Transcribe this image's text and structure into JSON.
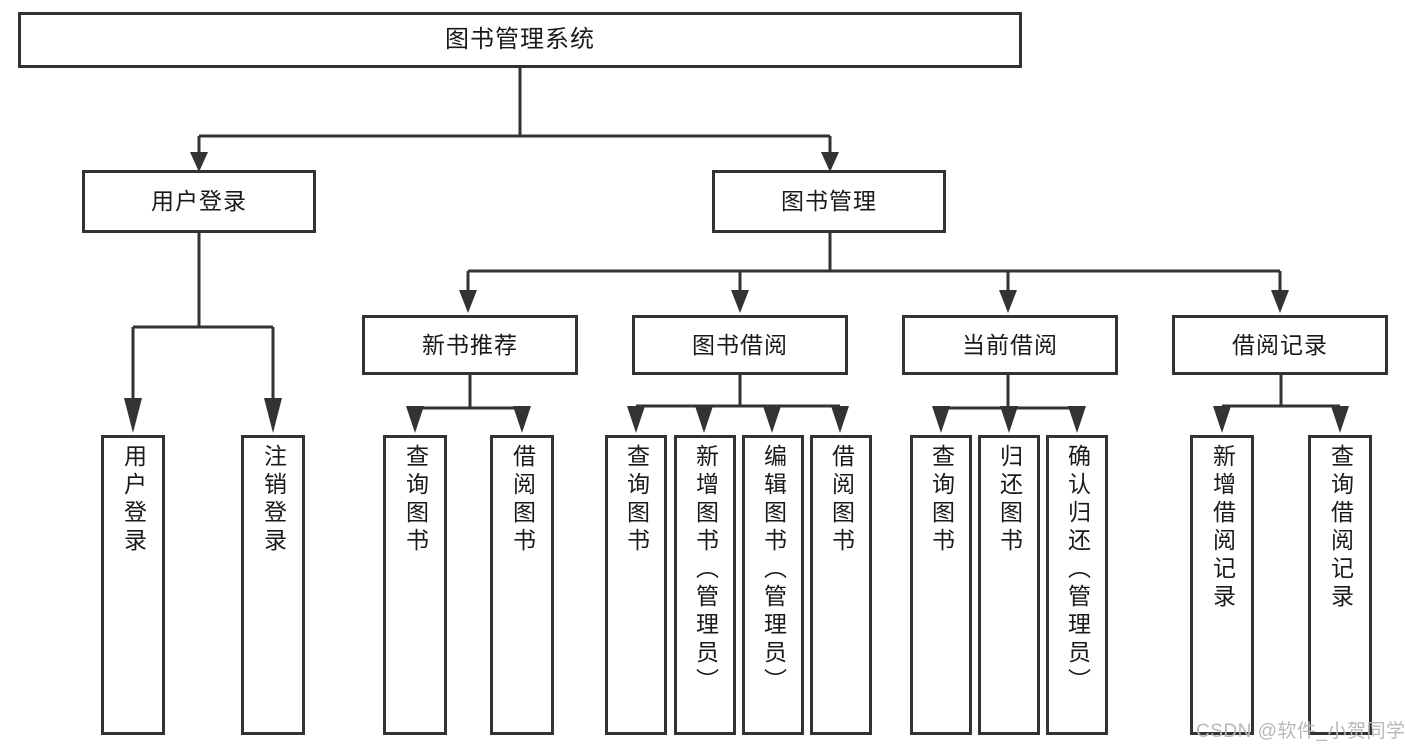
{
  "diagram": {
    "type": "tree-hierarchy-chart",
    "title": "图书管理系统",
    "orientation": "top-down",
    "colors": {
      "box_border": "#333333",
      "box_fill": "#ffffff",
      "connector": "#333333",
      "text": "#1a1a1a",
      "watermark": "#b8b8b8",
      "background": "#ffffff"
    }
  },
  "nodes": {
    "root": {
      "id": "root",
      "label": "图书管理系统",
      "level": 0
    },
    "level1": [
      {
        "id": "user-login",
        "label": "用户登录",
        "level": 1
      },
      {
        "id": "book-manage",
        "label": "图书管理",
        "level": 1
      }
    ],
    "level2": [
      {
        "id": "new-book-recommend",
        "label": "新书推荐",
        "level": 2,
        "parent": "book-manage"
      },
      {
        "id": "book-borrow",
        "label": "图书借阅",
        "level": 2,
        "parent": "book-manage"
      },
      {
        "id": "current-borrow",
        "label": "当前借阅",
        "level": 2,
        "parent": "book-manage"
      },
      {
        "id": "borrow-record",
        "label": "借阅记录",
        "level": 2,
        "parent": "book-manage"
      }
    ],
    "leaves": [
      {
        "id": "leaf-user-login",
        "label": "用户登录",
        "parent": "user-login"
      },
      {
        "id": "leaf-logout-login",
        "label": "注销登录",
        "parent": "user-login"
      },
      {
        "id": "leaf-query-book-1",
        "label": "查询图书",
        "parent": "new-book-recommend"
      },
      {
        "id": "leaf-borrow-book-1",
        "label": "借阅图书",
        "parent": "new-book-recommend"
      },
      {
        "id": "leaf-query-book-2",
        "label": "查询图书",
        "parent": "book-borrow"
      },
      {
        "id": "leaf-add-book",
        "label": "新增图书（管理员）",
        "parent": "book-borrow"
      },
      {
        "id": "leaf-edit-book",
        "label": "编辑图书（管理员）",
        "parent": "book-borrow"
      },
      {
        "id": "leaf-borrow-book-2",
        "label": "借阅图书",
        "parent": "book-borrow"
      },
      {
        "id": "leaf-query-book-3",
        "label": "查询图书",
        "parent": "current-borrow"
      },
      {
        "id": "leaf-return-book",
        "label": "归还图书",
        "parent": "current-borrow"
      },
      {
        "id": "leaf-confirm-return",
        "label": "确认归还（管理员）",
        "parent": "current-borrow"
      },
      {
        "id": "leaf-add-borrow-record",
        "label": "新增借阅记录",
        "parent": "borrow-record"
      },
      {
        "id": "leaf-query-borrow-record",
        "label": "查询借阅记录",
        "parent": "borrow-record"
      }
    ]
  },
  "watermark": {
    "text": "CSDN @软件_小贺同学"
  }
}
